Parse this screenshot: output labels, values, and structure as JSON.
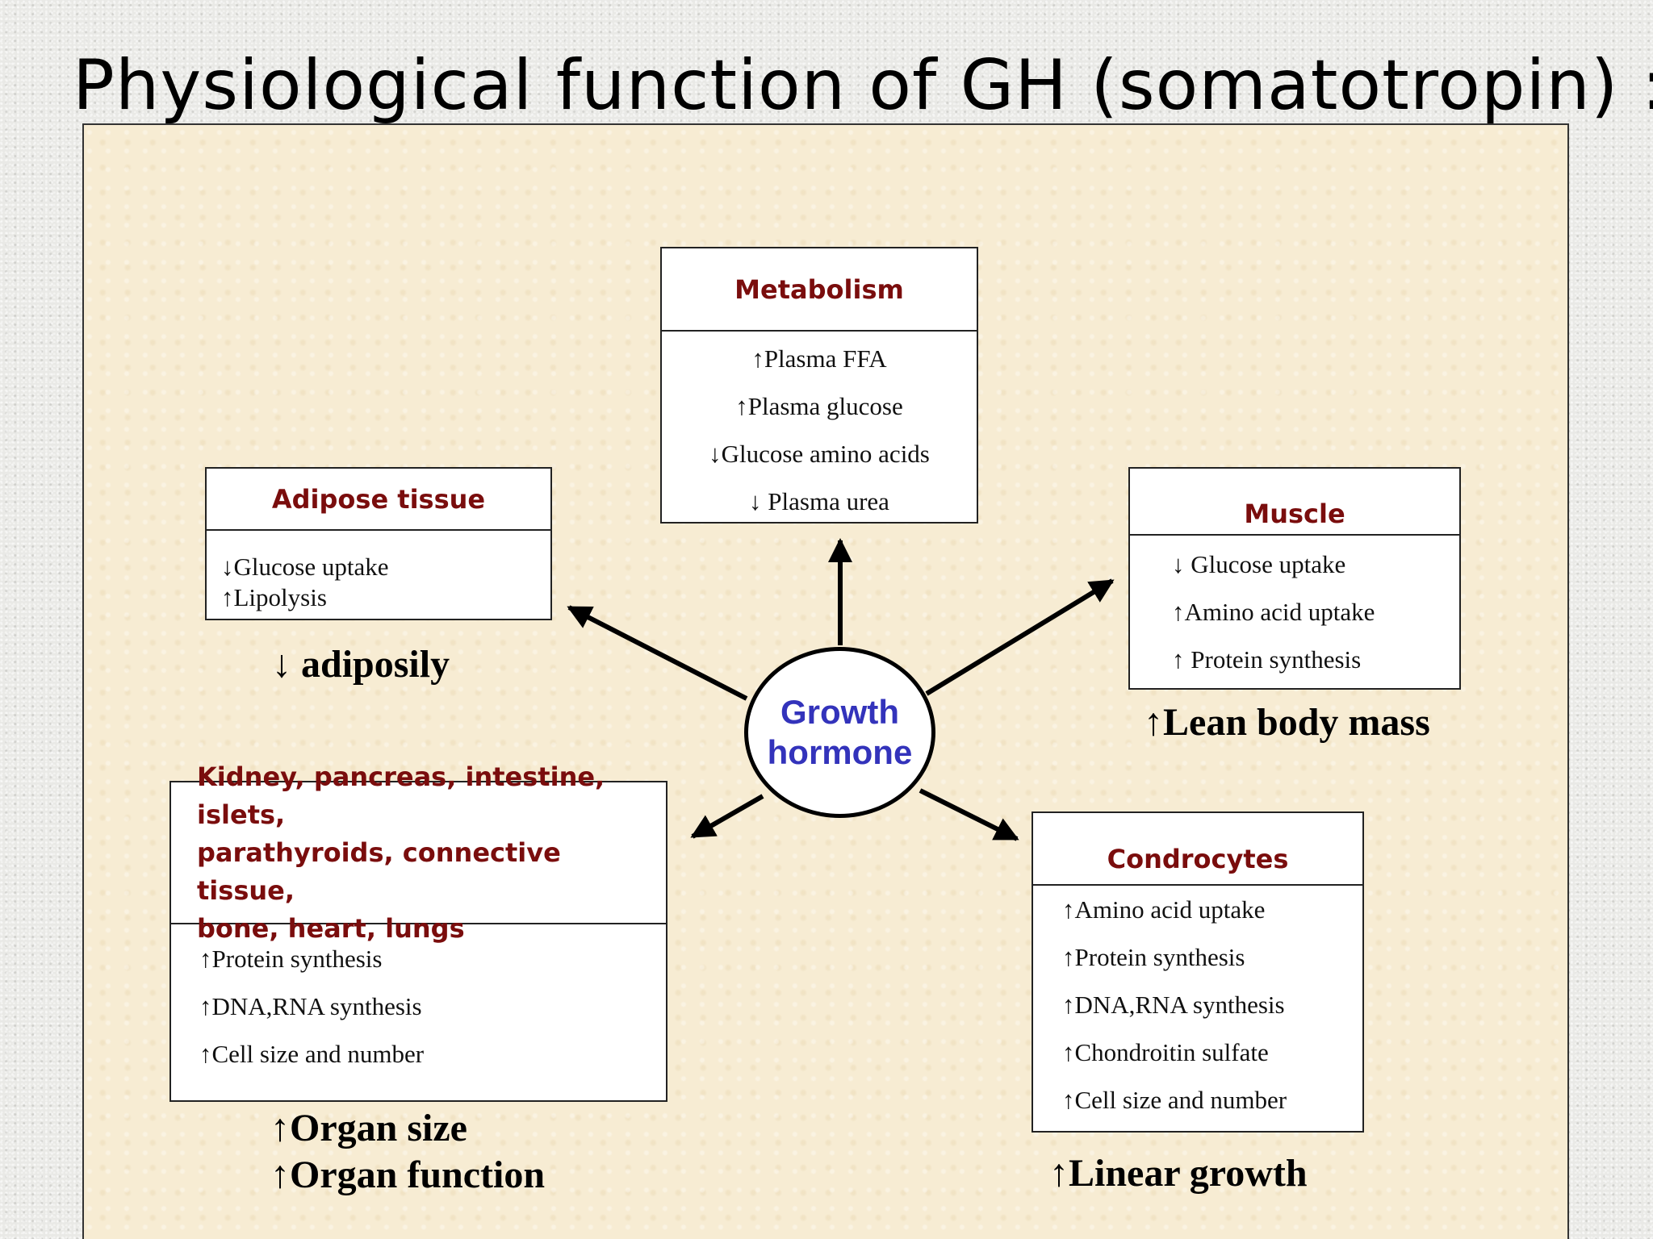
{
  "title": "Physiological function of GH (somatotropin) :",
  "center": {
    "line1": "Growth",
    "line2": "hormone"
  },
  "metabolism": {
    "header": "Metabolism",
    "items": [
      "↑Plasma FFA",
      "↑Plasma glucose",
      "↓Glucose amino acids",
      "↓ Plasma urea"
    ]
  },
  "adipose": {
    "header": "Adipose tissue",
    "items": [
      "↓Glucose uptake",
      "↑Lipolysis"
    ],
    "outcome": "↓ adiposily"
  },
  "muscle": {
    "header": "Muscle",
    "items": [
      "↓ Glucose uptake",
      "↑Amino acid uptake",
      "↑ Protein synthesis"
    ],
    "outcome": "↑Lean body mass"
  },
  "organs": {
    "header_lines": [
      "Kidney, pancreas, intestine, islets,",
      "parathyroids, connective tissue,",
      "bone, heart, lungs"
    ],
    "items": [
      "↑Protein synthesis",
      "↑DNA,RNA synthesis",
      "↑Cell size and number"
    ],
    "outcome_lines": [
      "↑Organ size",
      "↑Organ function"
    ]
  },
  "chondrocytes": {
    "header": "Condrocytes",
    "items": [
      "↑Amino acid uptake",
      "↑Protein synthesis",
      "↑DNA,RNA synthesis",
      "↑Chondroitin sulfate",
      "↑Cell size and number"
    ],
    "outcome": "↑Linear growth"
  }
}
